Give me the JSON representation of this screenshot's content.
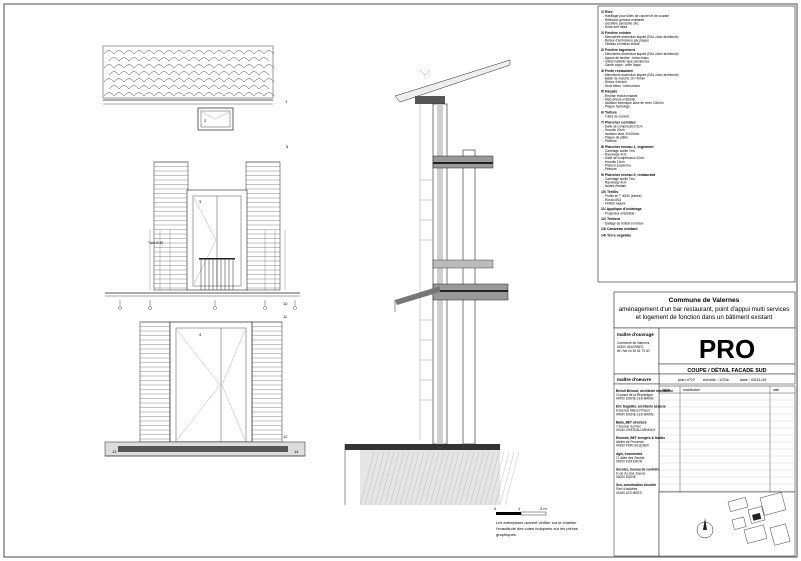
{
  "project": {
    "commune": "Commune de Valernes",
    "description_lines": [
      "aménagement d'un bar restaurant, point d'appui multi services",
      "et logement de fonction dans un bâtiment existant"
    ],
    "phase": "PRO",
    "drawing_title": "COUPE / DÉTAIL FACADE SUD",
    "plan_no": "plan n°07",
    "scale": "échelle : 1/20e",
    "date": "date : 05/11/10"
  },
  "revision_table": {
    "headers": [
      "indice",
      "modification",
      "date"
    ]
  },
  "maitre_ouvrage": {
    "label": "maître d'ouvrage",
    "lines": [
      "Commune de Valernes",
      "04200 VALERNES",
      "tel / fax 04 92 61 73 40"
    ]
  },
  "maitre_oeuvre": {
    "label": "maître d'oeuvre",
    "blocks": [
      {
        "name": "Benoît Bérurut, architecte mandataire",
        "lines": [
          "10 place de la République",
          "04000 DIGNE-LES-BAINS"
        ]
      },
      {
        "name": "Eric Dagallier, architecte associé",
        "lines": [
          "8 avenue Marcel Proust",
          "04000 DIGNE-LES-BAINS"
        ]
      },
      {
        "name": "Baba, BET structure",
        "lines": [
          "7 avenue du Parc",
          "04160 CHATEAU-ARNOUX"
        ]
      },
      {
        "name": "Enomeb, BET énergies & fluides",
        "lines": [
          "Atelier de Provence",
          "04300 FORCALQUIER"
        ]
      },
      {
        "name": "Agis, économiste",
        "lines": [
          "17 allée des Genêts",
          "04200 SISTERON"
        ]
      },
      {
        "name": "Socotec, bureau de contrôle",
        "lines": [
          "6 rue du clos Joyeux",
          "04000 DIGNE"
        ]
      },
      {
        "name": "Seo, coordination sécurité",
        "lines": [
          "Parc d'activités",
          "04160 LES MEES"
        ]
      }
    ]
  },
  "notes": {
    "items": [
      {
        "title": "1/ Rive",
        "lines": [
          "- Habillage pour tuiles de couvert et de courant",
          "- Réfection génoise existante",
          "- Gouttière pendante zinc",
          "- Entre arêt tuiles"
        ]
      },
      {
        "title": "2/ Fenêtre existée",
        "lines": [
          "- Menuiserie aluminium laquée (RAL choix architecte)",
          "- Retour d'embrasure par plaque",
          "- Tableau et linteau enduit"
        ]
      },
      {
        "title": "3/ Fenêtre logement",
        "lines": [
          "- Menuiserie aluminium laquée (RAL choix architecte)",
          "- Appuis de fenêtre : béton blanc",
          "- Volets battants type persiennes",
          "- Garde-corps : acier laqué"
        ]
      },
      {
        "title": "4/ Porte restaurant",
        "lines": [
          "- Menuiserie aluminium laquée (RAL choix architecte)",
          "- Bâton de marché 10 / 40mm",
          "- Retour d'enduit",
          "- Seuil béton : béton blanc"
        ]
      },
      {
        "title": "5/ Façade",
        "lines": [
          "- Reprise enduit existant",
          "- Maçonnerie existante",
          "- Isolation thermique laine de verre 100mm",
          "- Plaque hydrofuge"
        ]
      },
      {
        "title": "6/ Toiture",
        "lines": [
          "- Tuiles de couvert"
        ]
      },
      {
        "title": "7/ Plancher combles",
        "lines": [
          "- Dalle de compression 5cm",
          "- Hourdis 20cm",
          "- Isolation laine 2x100mm",
          "- Plaque de plâtre",
          "- Peinture"
        ]
      },
      {
        "title": "8/ Plancher niveau 1, logement",
        "lines": [
          "- Carrelage scellé 7cm",
          "- Ravoirage 4cm",
          "- Dalle de compression 12cm",
          "- Hourdis 12cm",
          "- Plafond suspendu",
          "- Peinture"
        ]
      },
      {
        "title": "9/ Plancher niveau 0, restaurant",
        "lines": [
          "- Carrelage scellé 7cm",
          "- Ravoirage 4cm",
          "- Isolant existant"
        ]
      },
      {
        "title": "10/ Treillis",
        "lines": [
          "- Profils en T 40/40 (Inertie)",
          "- Rondo Ø14",
          "- Finition laquée"
        ]
      },
      {
        "title": "11/ Applique d'éclairage",
        "lines": [
          "- Projecteur orientable"
        ]
      },
      {
        "title": "12/ Treiteur",
        "lines": [
          "- Dallage de trottoir en béton"
        ]
      },
      {
        "title": "13/ Caniveau existant",
        "lines": []
      },
      {
        "title": "14/ Terre végétale",
        "lines": []
      }
    ]
  },
  "drawing": {
    "callouts": [
      "1",
      "2",
      "3",
      "4",
      "5",
      "10",
      "11",
      "12",
      "13",
      "14"
    ],
    "dims_label": "Tube Ø 35",
    "scale_bar": {
      "labels": [
        "0",
        "1",
        "2 m"
      ]
    },
    "footnote_lines": [
      "Les entreprises doivent vérifier sur le chantier",
      "l'exactitude des cotes indiquées sur les pièces",
      "graphiques."
    ]
  }
}
